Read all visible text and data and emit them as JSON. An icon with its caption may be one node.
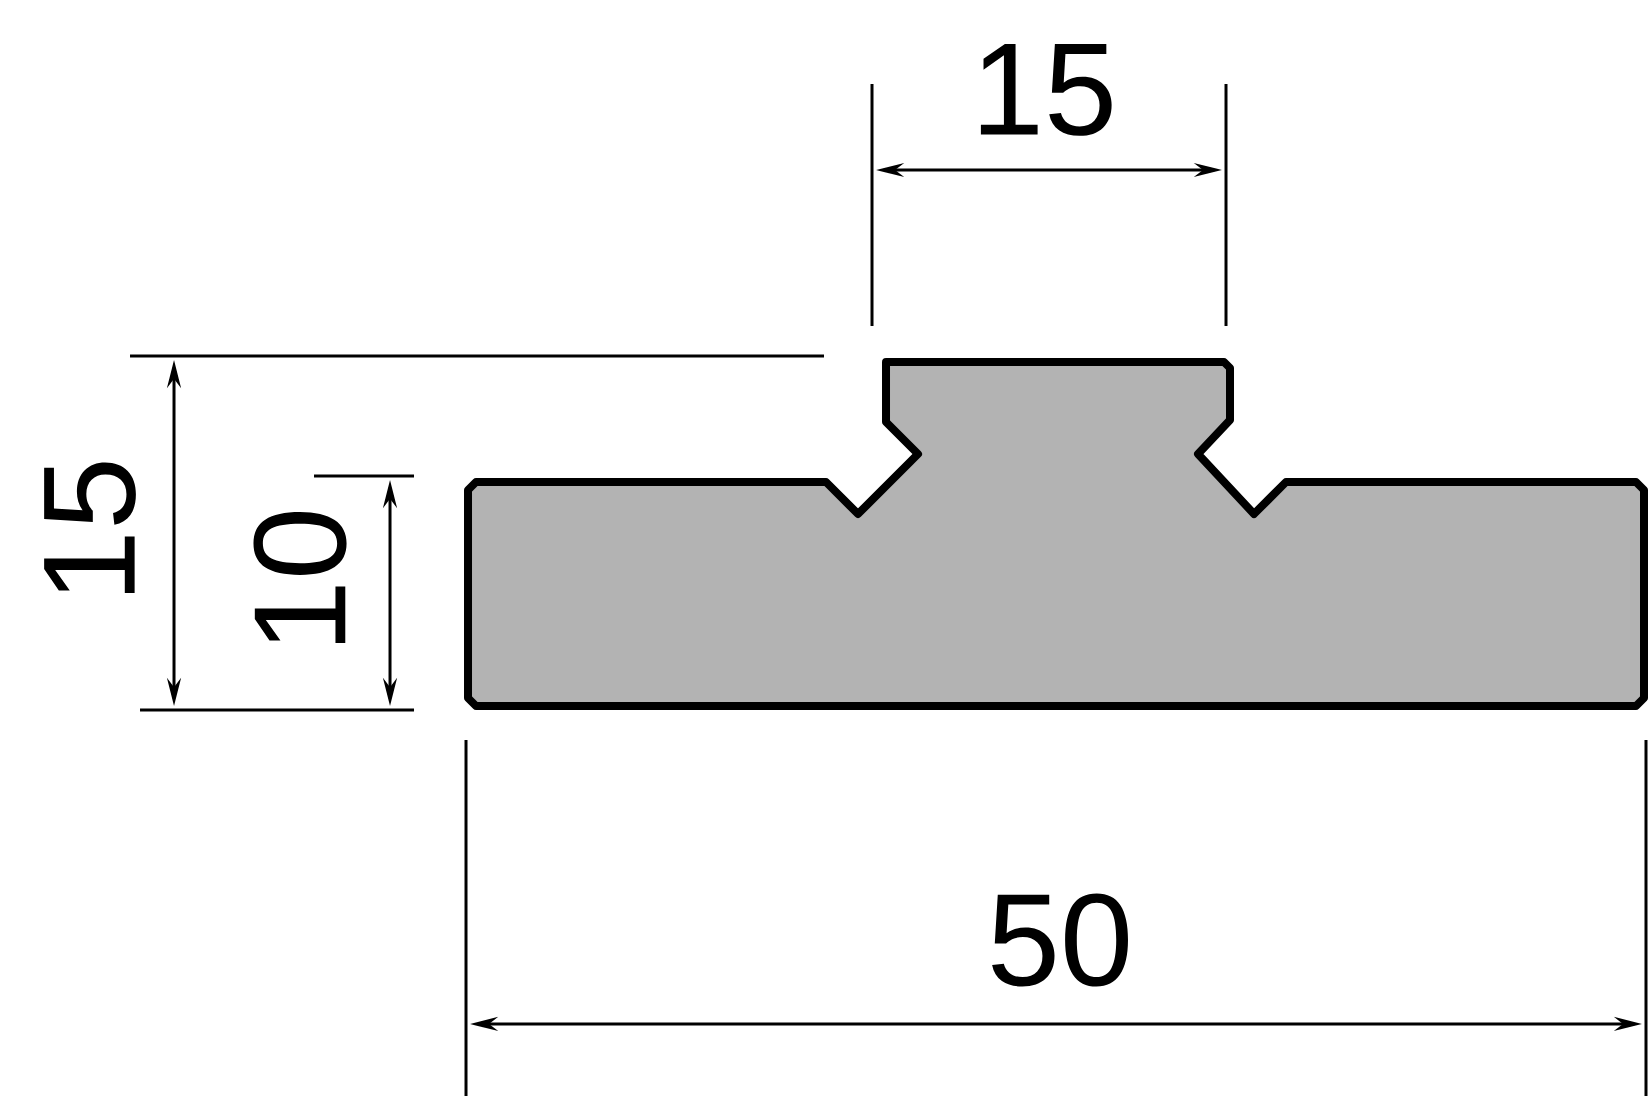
{
  "diagram": {
    "labels": [
      "15",
      "15",
      "10",
      "50"
    ]
  }
}
